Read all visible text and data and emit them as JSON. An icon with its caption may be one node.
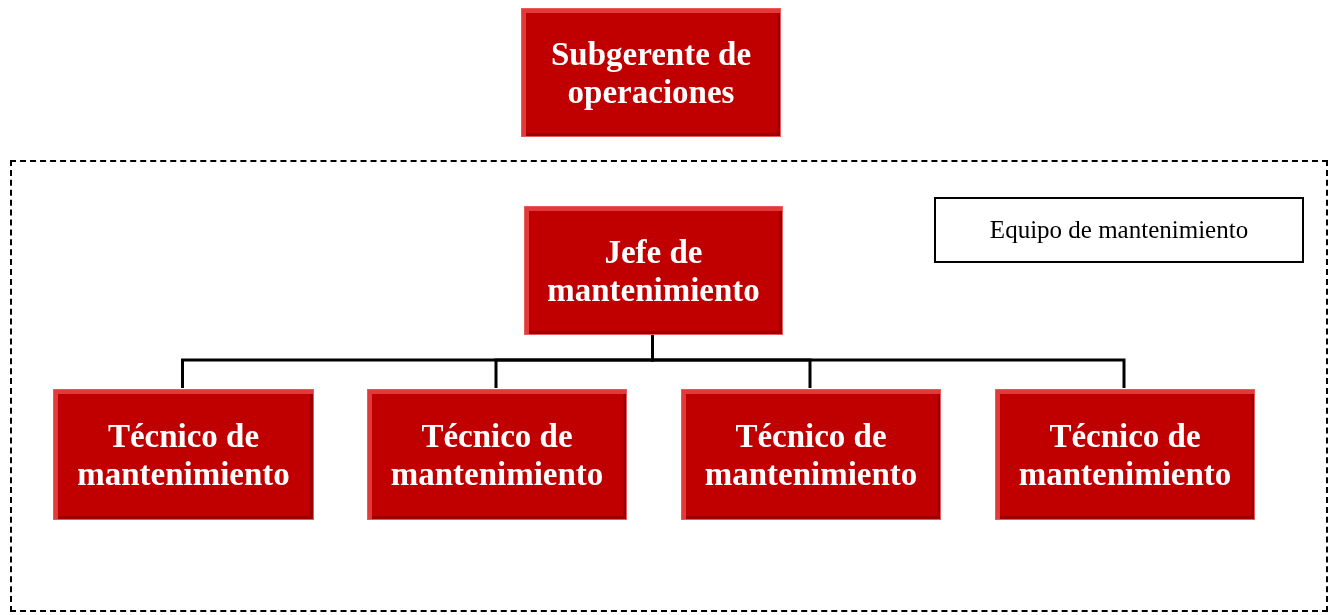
{
  "diagram": {
    "nodes": [
      {
        "text": [
          "Subgerente de operaciones"
        ]
      },
      {
        "text": [],
        "shape": "box"
      },
      {
        "text": [
          "Equipo de mantenimiento"
        ],
        "in": 1
      },
      {
        "text": [
          "Jefe de mantenimiento"
        ],
        "in": 1
      },
      {
        "text": [
          "Técnico de mantenimiento"
        ],
        "in": 1
      },
      {
        "text": [
          "Técnico de mantenimiento"
        ],
        "in": 1
      },
      {
        "text": [
          "Técnico de mantenimiento"
        ],
        "in": 1
      },
      {
        "text": [
          "Técnico de mantenimiento"
        ],
        "in": 1
      }
    ],
    "edges": [
      {
        "from": 3,
        "to": 4,
        "arrow": "none"
      },
      {
        "from": 3,
        "to": 5,
        "arrow": "none"
      },
      {
        "from": 3,
        "to": 6,
        "arrow": "none"
      },
      {
        "from": 3,
        "to": 7,
        "arrow": "none"
      }
    ]
  }
}
